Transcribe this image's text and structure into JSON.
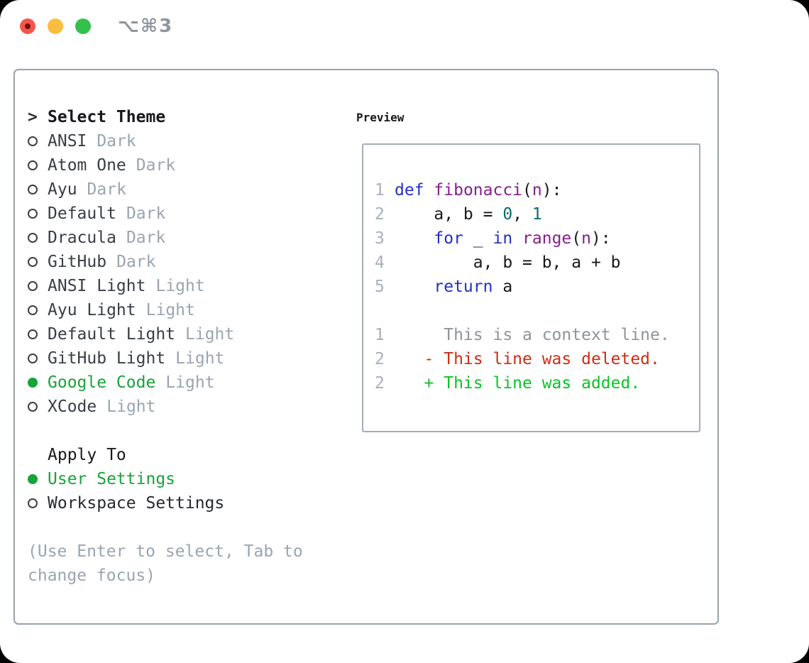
{
  "titlebar": {
    "title": "⌥⌘3",
    "buttons": [
      {
        "name": "close",
        "color": "#f4564c",
        "has_dot": true
      },
      {
        "name": "minimize",
        "color": "#f9be3f",
        "has_dot": false
      },
      {
        "name": "zoom",
        "color": "#33c14b",
        "has_dot": false
      }
    ]
  },
  "selector": {
    "prompt": ">",
    "title": "Select Theme",
    "themes": [
      {
        "name": "ANSI",
        "variant": "Dark",
        "selected": false
      },
      {
        "name": "Atom One",
        "variant": "Dark",
        "selected": false
      },
      {
        "name": "Ayu",
        "variant": "Dark",
        "selected": false
      },
      {
        "name": "Default",
        "variant": "Dark",
        "selected": false
      },
      {
        "name": "Dracula",
        "variant": "Dark",
        "selected": false
      },
      {
        "name": "GitHub",
        "variant": "Dark",
        "selected": false
      },
      {
        "name": "ANSI Light",
        "variant": "Light",
        "selected": false
      },
      {
        "name": "Ayu Light",
        "variant": "Light",
        "selected": false
      },
      {
        "name": "Default Light",
        "variant": "Light",
        "selected": false
      },
      {
        "name": "GitHub Light",
        "variant": "Light",
        "selected": false
      },
      {
        "name": "Google Code",
        "variant": "Light",
        "selected": true
      },
      {
        "name": "XCode",
        "variant": "Light",
        "selected": false
      }
    ],
    "apply_to": {
      "label": "Apply To",
      "options": [
        {
          "label": "User Settings",
          "selected": true
        },
        {
          "label": "Workspace Settings",
          "selected": false
        }
      ]
    },
    "help_lines": [
      "(Use Enter to select, Tab to",
      "change focus)"
    ]
  },
  "preview": {
    "title": "Preview",
    "lines": [
      {
        "num": "1",
        "tokens": [
          {
            "t": "def",
            "s": "kw"
          },
          {
            "t": " ",
            "s": "pl"
          },
          {
            "t": "fibonacci",
            "s": "fn"
          },
          {
            "t": "(",
            "s": "pl"
          },
          {
            "t": "n",
            "s": "fn"
          },
          {
            "t": "):",
            "s": "pl"
          }
        ]
      },
      {
        "num": "2",
        "tokens": [
          {
            "t": "    a, b = ",
            "s": "pl"
          },
          {
            "t": "0",
            "s": "num"
          },
          {
            "t": ", ",
            "s": "pl"
          },
          {
            "t": "1",
            "s": "num"
          }
        ]
      },
      {
        "num": "3",
        "tokens": [
          {
            "t": "    ",
            "s": "pl"
          },
          {
            "t": "for",
            "s": "kw"
          },
          {
            "t": " _ ",
            "s": "pl"
          },
          {
            "t": "in",
            "s": "kw"
          },
          {
            "t": " ",
            "s": "pl"
          },
          {
            "t": "range",
            "s": "fn"
          },
          {
            "t": "(",
            "s": "pl"
          },
          {
            "t": "n",
            "s": "fn"
          },
          {
            "t": "):",
            "s": "pl"
          }
        ]
      },
      {
        "num": "4",
        "tokens": [
          {
            "t": "        a, b = b, a + b",
            "s": "pl"
          }
        ]
      },
      {
        "num": "5",
        "tokens": [
          {
            "t": "    ",
            "s": "pl"
          },
          {
            "t": "return",
            "s": "kw"
          },
          {
            "t": " a",
            "s": "pl"
          }
        ]
      },
      {
        "num": "",
        "tokens": []
      },
      {
        "num": "1",
        "tokens": [
          {
            "t": "     This is a context line.",
            "s": "ctx"
          }
        ]
      },
      {
        "num": "2",
        "tokens": [
          {
            "t": "   ",
            "s": "pl"
          },
          {
            "t": "- This line was deleted.",
            "s": "del"
          }
        ]
      },
      {
        "num": "2",
        "tokens": [
          {
            "t": "   ",
            "s": "pl"
          },
          {
            "t": "+ This line was added.",
            "s": "add"
          }
        ]
      }
    ]
  },
  "colors": {
    "accent_green": "#18a339",
    "diff_add": "#0cc227",
    "diff_del": "#cb2d15",
    "code_kw": "#2330c4",
    "code_fn": "#871e8e",
    "code_num": "#0c6a6a",
    "muted": "#9aa5b2"
  }
}
